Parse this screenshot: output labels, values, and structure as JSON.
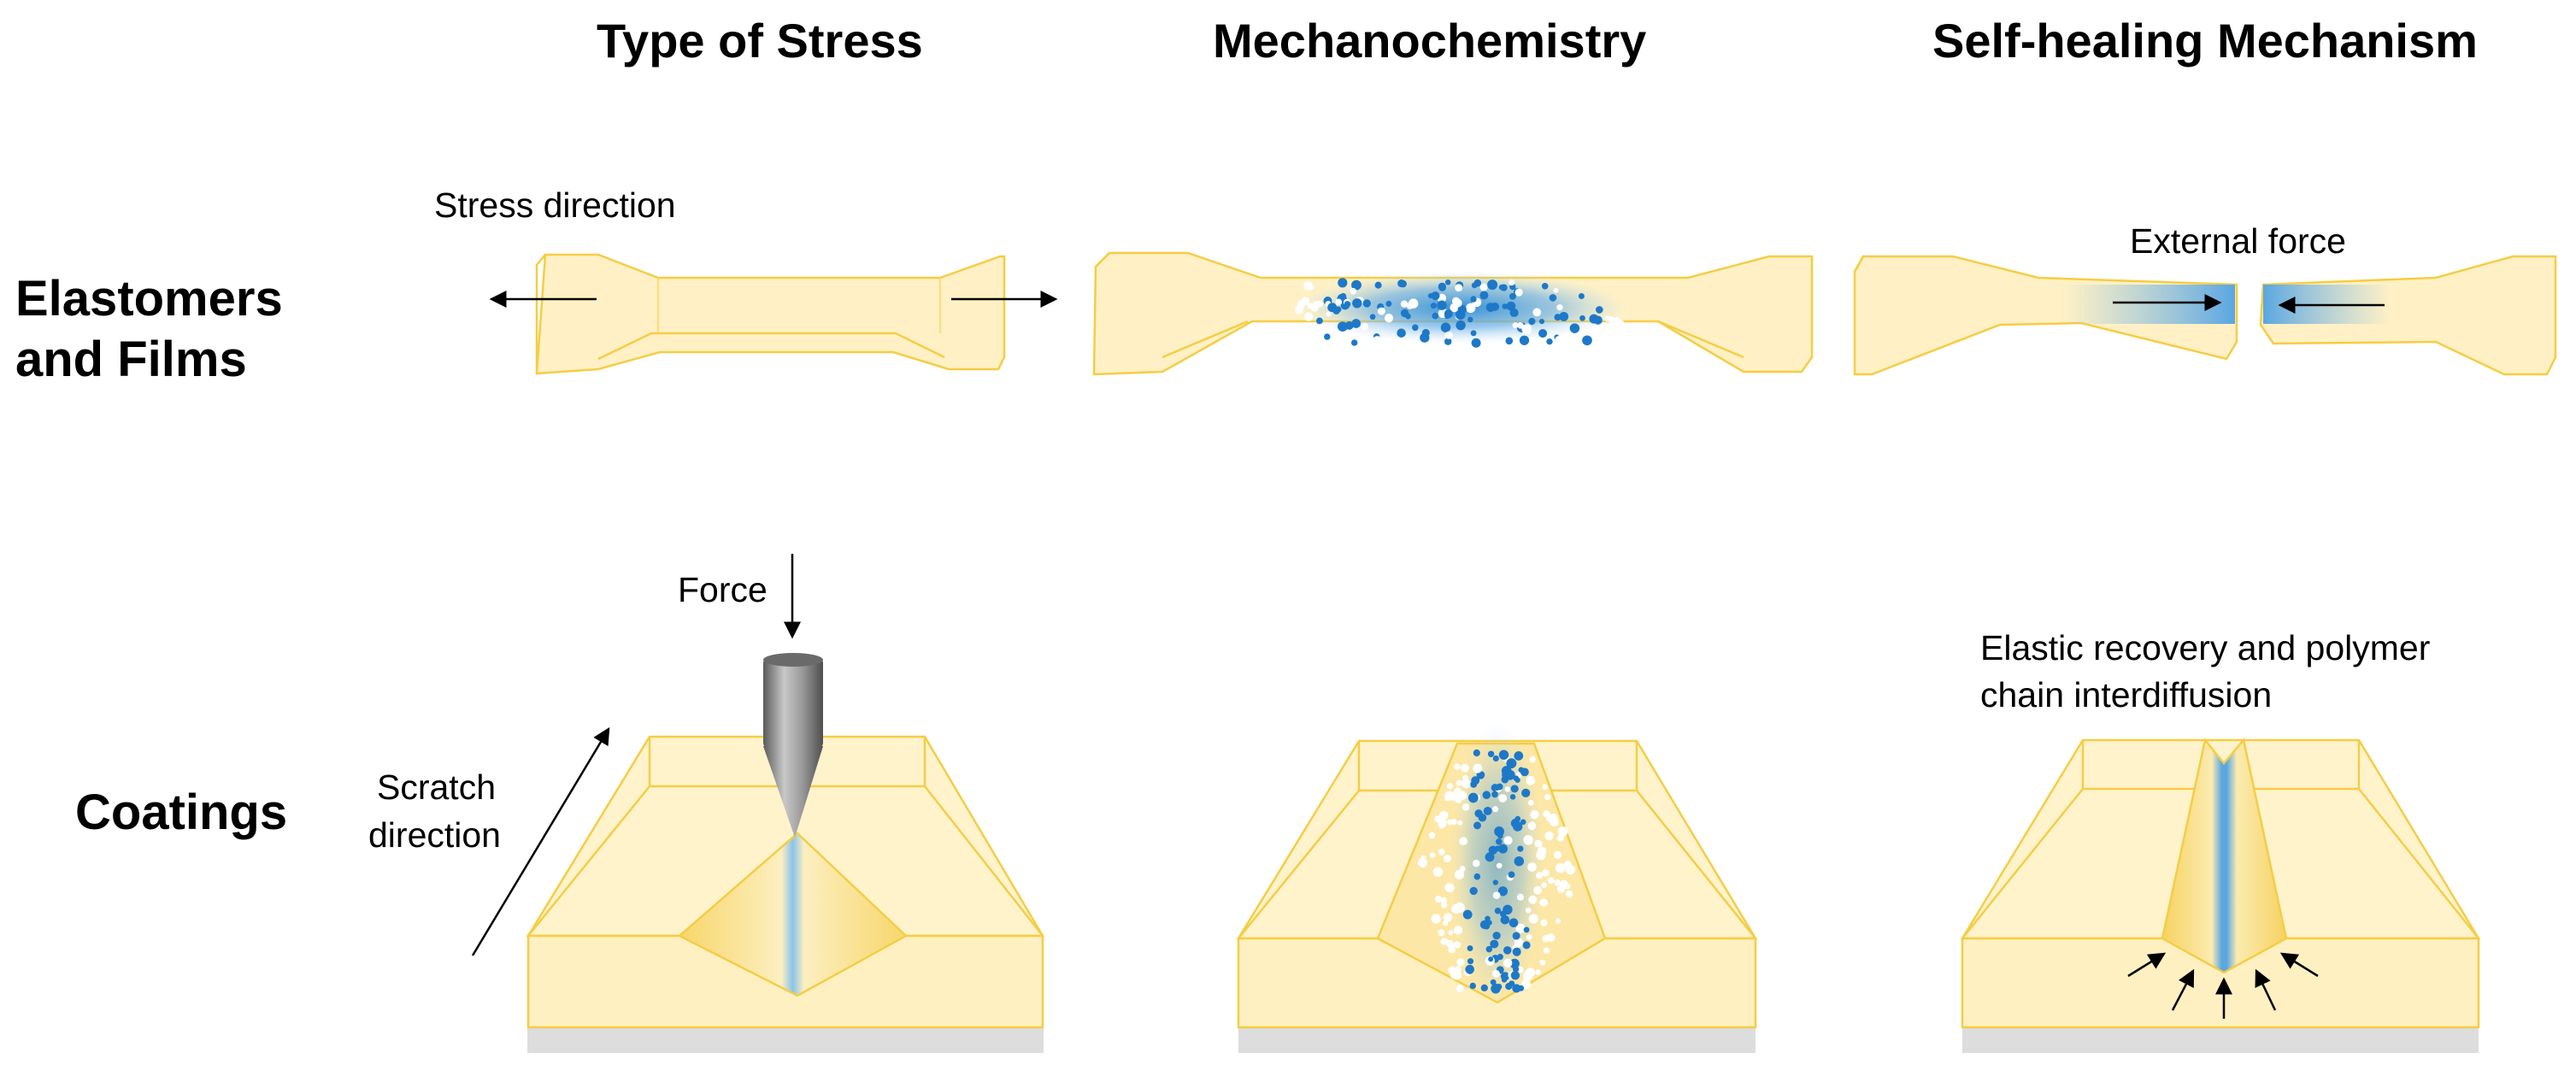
{
  "columns": {
    "stress": "Type of Stress",
    "mechanochemistry": "Mechanochemistry",
    "self_healing": "Self-healing Mechanism"
  },
  "rows": {
    "elastomers_line1": "Elastomers",
    "elastomers_line2": "and Films",
    "coatings": "Coatings"
  },
  "labels": {
    "stress_direction": "Stress direction",
    "external_force": "External force",
    "force": "Force",
    "scratch_line1": "Scratch",
    "scratch_line2": "direction",
    "recovery_line1": "Elastic recovery and polymer",
    "recovery_line2": "chain interdiffusion"
  },
  "colors": {
    "material_fill": "#FFF0C2",
    "material_edge": "#F5CD45",
    "stress_blue": "#2A8BD8",
    "substrate": "#DDDDDD",
    "indenter": "#8A8A8A"
  }
}
